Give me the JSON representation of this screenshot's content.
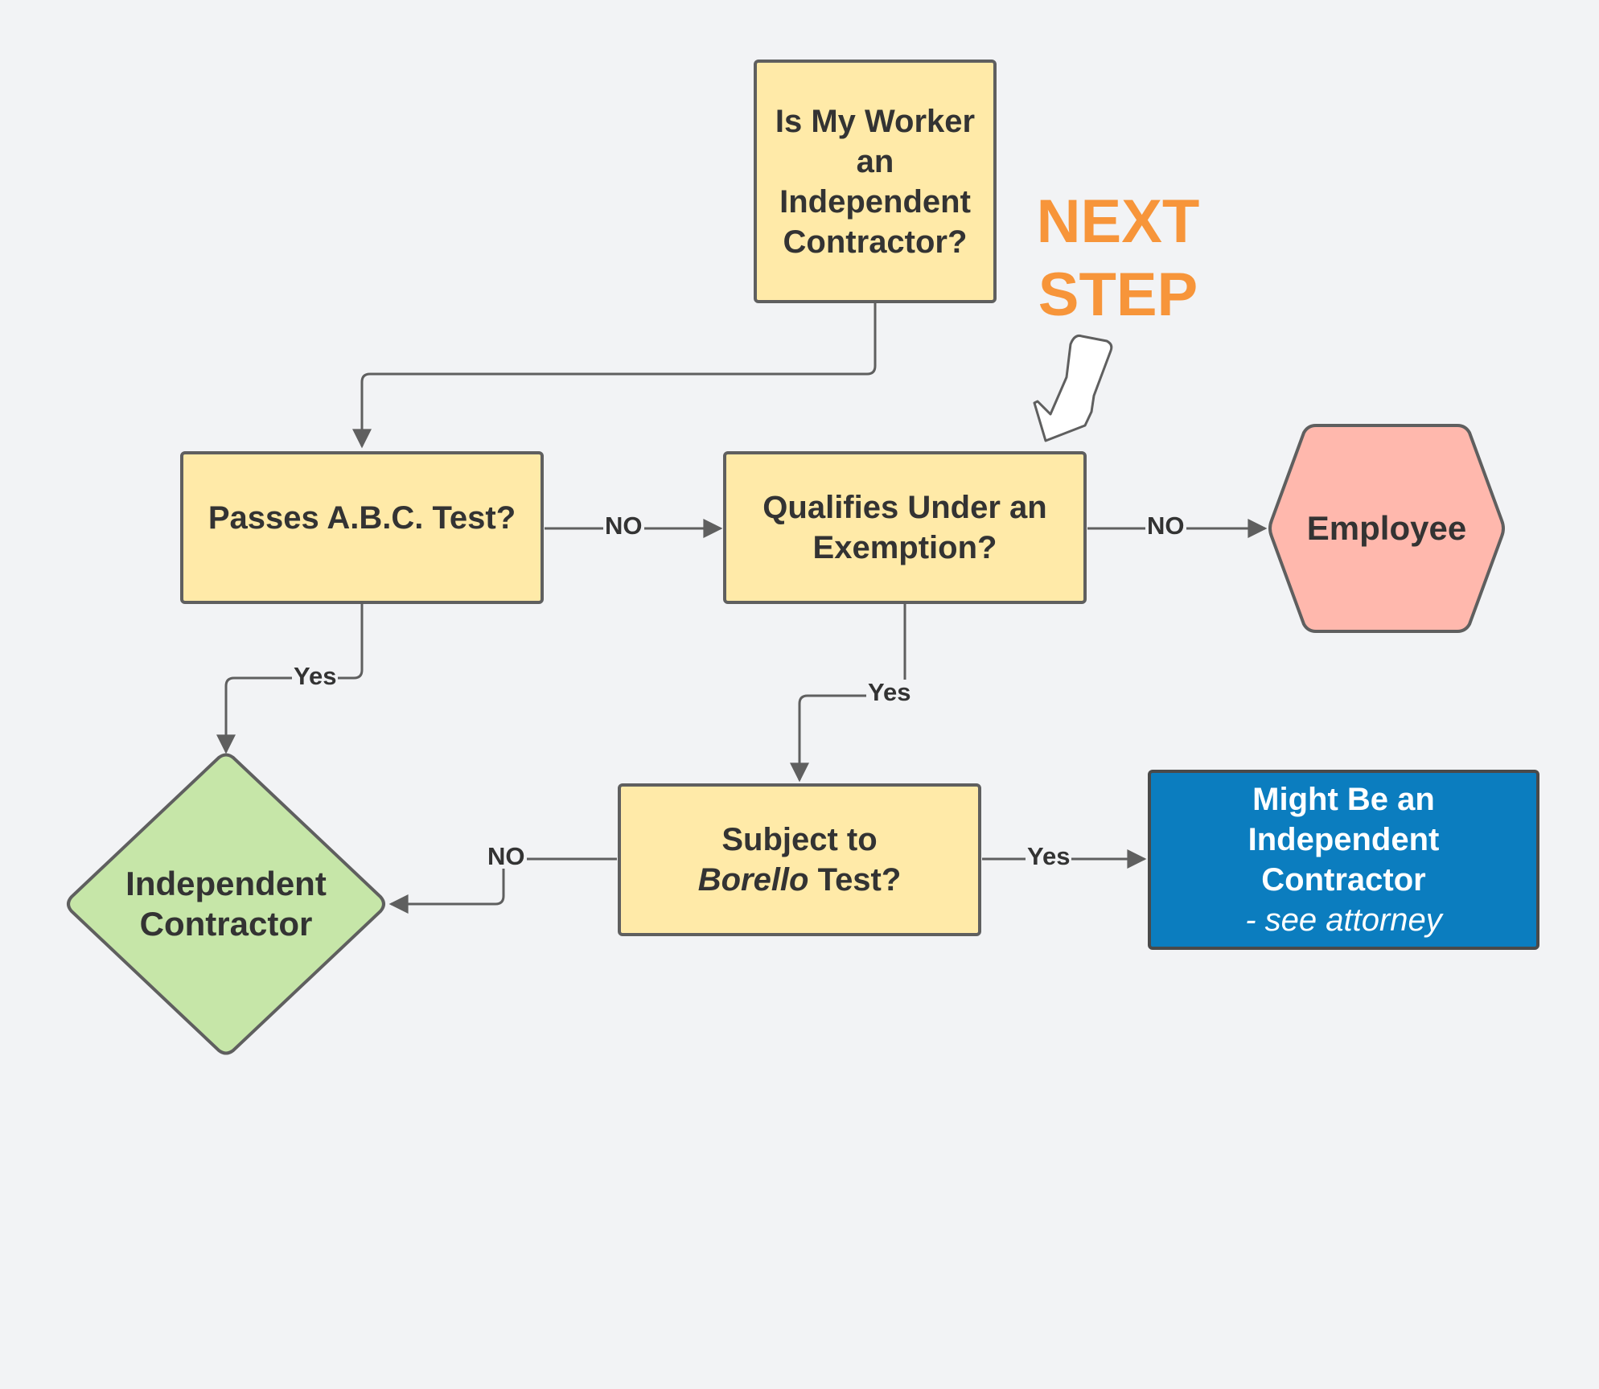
{
  "nodes": {
    "start": {
      "lines": [
        "Is My Worker",
        "an",
        "Independent",
        "Contractor?"
      ]
    },
    "abc": {
      "label": "Passes A.B.C. Test?"
    },
    "exemption": {
      "lines": [
        "Qualifies Under an",
        "Exemption?"
      ]
    },
    "employee": {
      "label": "Employee"
    },
    "independent": {
      "lines": [
        "Independent",
        "Contractor"
      ]
    },
    "borello": {
      "line1": "Subject to",
      "italic": "Borello",
      "rest": " Test?"
    },
    "might_be": {
      "lines": [
        "Might Be an",
        "Independent",
        "Contractor"
      ],
      "note": "- see attorney"
    }
  },
  "edge_labels": {
    "abc_no": "NO",
    "exemption_no": "NO",
    "abc_yes": "Yes",
    "exemption_yes": "Yes",
    "borello_no": "NO",
    "borello_yes": "Yes"
  },
  "callout": {
    "lines": [
      "NEXT",
      "STEP"
    ]
  },
  "colors": {
    "question_fill": "#ffeaa8",
    "employee_fill": "#ffb8ad",
    "contractor_fill": "#c6e6a8",
    "attorney_fill": "#0b7dbf",
    "callout_text": "#f7953a",
    "stroke": "#5f5f5f"
  }
}
